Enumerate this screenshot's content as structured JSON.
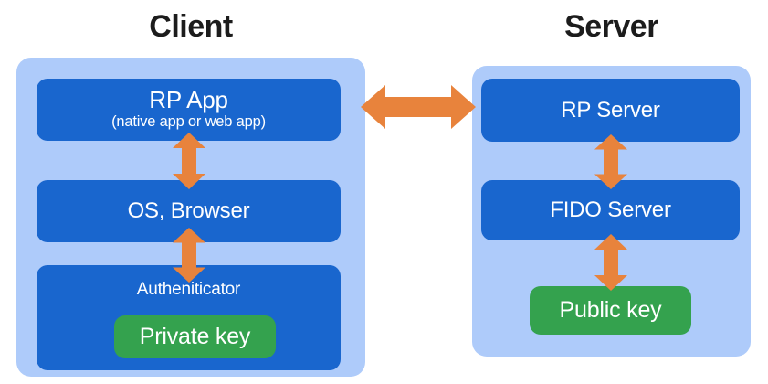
{
  "colors": {
    "container_bg": "#aecbfa",
    "box_bg": "#1966ce",
    "key_bg": "#34a24e",
    "arrow_fill": "#e8833c",
    "title_text": "#1c1c1c",
    "box_text": "#ffffff"
  },
  "client": {
    "title": "Client",
    "rp_app": {
      "label": "RP App",
      "sublabel": "(native app or web app)"
    },
    "os_browser": {
      "label": "OS, Browser"
    },
    "authenticator": {
      "label": "Autheniticator",
      "key_label": "Private key"
    }
  },
  "server": {
    "title": "Server",
    "rp_server": {
      "label": "RP Server"
    },
    "fido_server": {
      "label": "FIDO Server"
    },
    "public_key": {
      "label": "Public key"
    }
  },
  "arrows": {
    "client_server": "horizontal double arrow between RP App and RP Server",
    "vertical": "vertical double arrows between stacked layers"
  }
}
